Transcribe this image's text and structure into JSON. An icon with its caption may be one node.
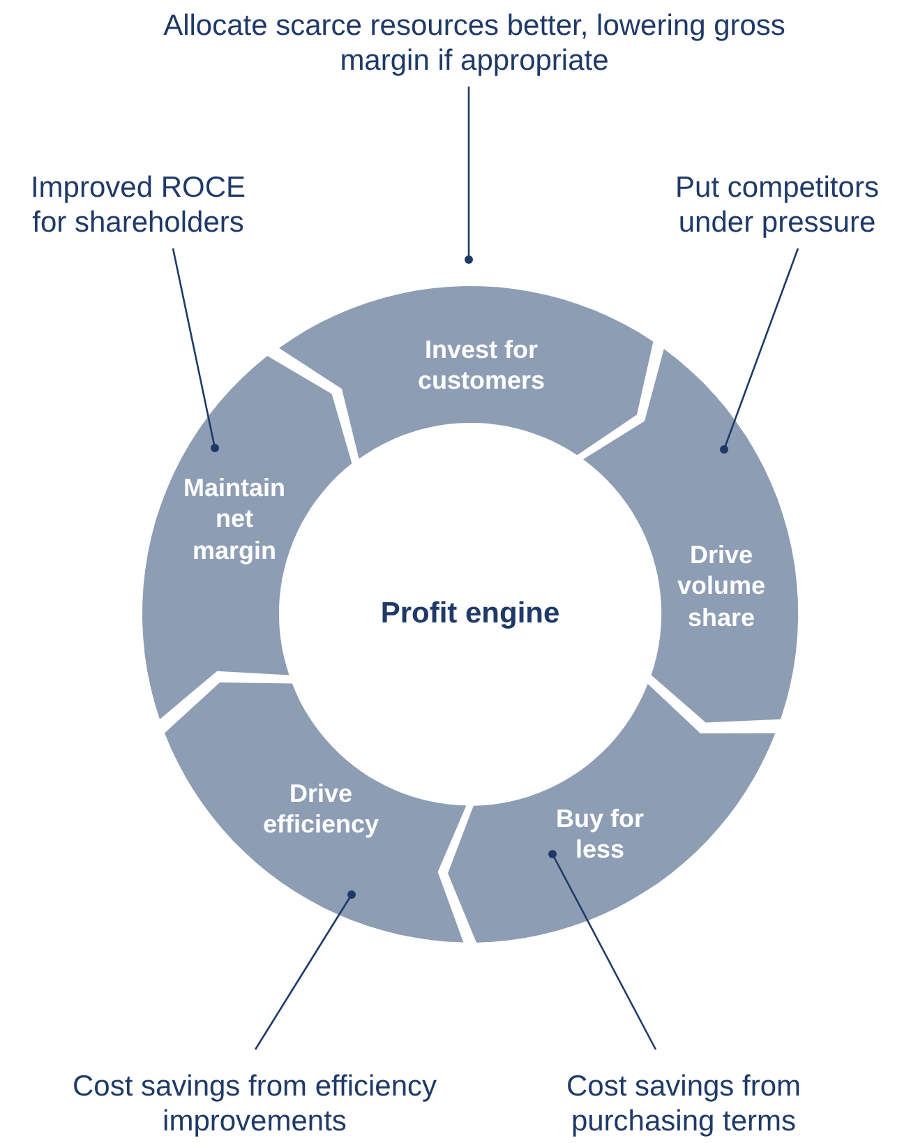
{
  "diagram": {
    "nodes": [
      {
        "text": [
          "Allocate scarce resources better, lowering gross margin if appropriate"
        ]
      },
      {
        "text": [
          "Improved ROCE for shareholders"
        ]
      },
      {
        "text": [
          "Put competitors under pressure"
        ]
      },
      {
        "text": [
          "Invest for customers"
        ]
      },
      {
        "text": [
          "Maintain net margin"
        ]
      },
      {
        "text": [
          "Drive volume share"
        ]
      },
      {
        "text": [
          "Profit engine"
        ]
      },
      {
        "text": [
          "Drive efficiency"
        ]
      },
      {
        "text": [
          "Buy for less"
        ]
      },
      {
        "text": [
          "Cost savings from efficiency improvements"
        ]
      },
      {
        "text": [
          "Cost savings from purchasing terms"
        ]
      }
    ],
    "edges": [
      {
        "from": 0,
        "to": 3,
        "arrow": "other"
      },
      {
        "from": 1,
        "to": 4,
        "arrow": "other"
      },
      {
        "from": 2,
        "to": 5,
        "arrow": "other"
      },
      {
        "from": 9,
        "to": 7,
        "arrow": "other"
      },
      {
        "from": 10,
        "to": 8,
        "arrow": "other"
      }
    ]
  }
}
